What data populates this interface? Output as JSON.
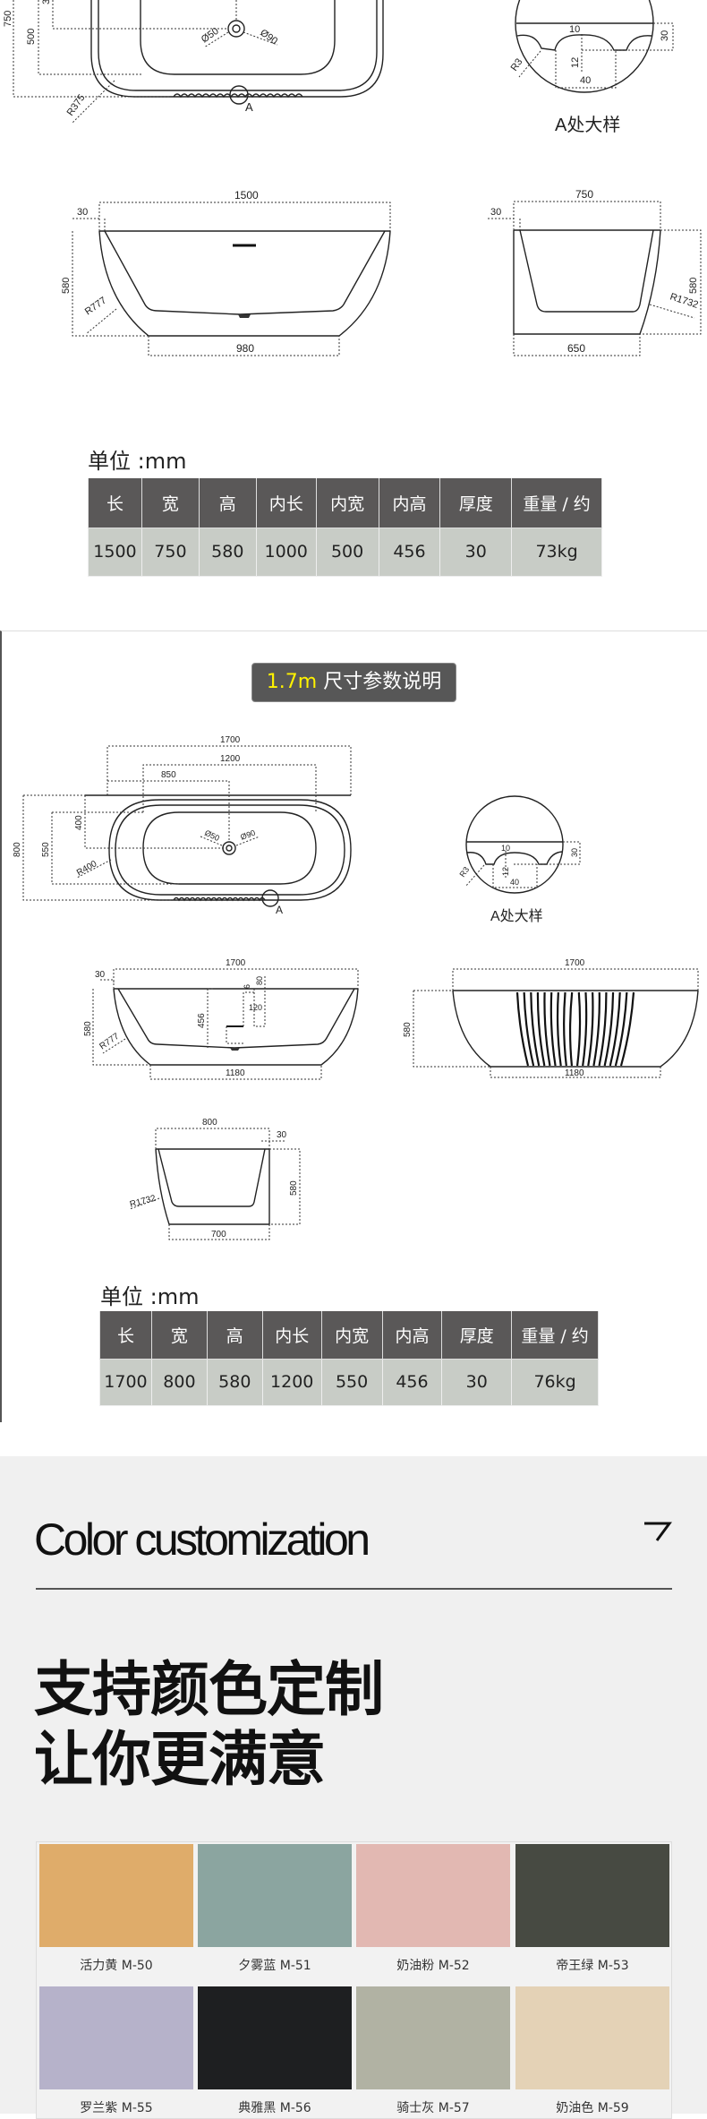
{
  "model_15": {
    "plan": {
      "d750": "750",
      "d500": "500",
      "d3": "3",
      "o50": "Ø50",
      "o90": "Ø90",
      "r375": "R375",
      "a": "A"
    },
    "detail": {
      "d10": "10",
      "d30": "30",
      "d12": "12",
      "d40": "40",
      "r3": "R3",
      "title": "A处大样"
    },
    "side": {
      "d1500": "1500",
      "d30": "30",
      "d580": "580",
      "r777": "R777",
      "d980": "980"
    },
    "end": {
      "d750": "750",
      "d30": "30",
      "d580": "580",
      "r1732": "R1732",
      "d650": "650"
    },
    "unit": "单位 :mm",
    "headers": [
      "长",
      "宽",
      "高",
      "内长",
      "内宽",
      "内高",
      "厚度",
      "重量 / 约"
    ],
    "values": [
      "1500",
      "750",
      "580",
      "1000",
      "500",
      "456",
      "30",
      "73kg"
    ]
  },
  "model_17": {
    "badge_size": "1.7m",
    "badge_text": " 尺寸参数说明",
    "plan": {
      "d1700": "1700",
      "d1200": "1200",
      "d850": "850",
      "d800": "800",
      "d550": "550",
      "d400": "400",
      "r400": "R400",
      "o50": "Ø50",
      "o90": "Ø90",
      "a": "A"
    },
    "detail": {
      "d10": "10",
      "d30": "30",
      "d12": "12",
      "d40": "40",
      "r3": "R3",
      "title": "A处大样"
    },
    "side": {
      "d1700": "1700",
      "d30": "30",
      "d580": "580",
      "r777": "R777",
      "d456": "456",
      "d6": "6",
      "d80": "80",
      "d120": "120",
      "d1180": "1180"
    },
    "front": {
      "d1700": "1700",
      "d580": "580",
      "d1180": "1180"
    },
    "end": {
      "d800": "800",
      "d30": "30",
      "d580": "580",
      "r1732": "R1732",
      "d700": "700"
    },
    "unit": "单位 :mm",
    "headers": [
      "长",
      "宽",
      "高",
      "内长",
      "内宽",
      "内高",
      "厚度",
      "重量 / 约"
    ],
    "values": [
      "1700",
      "800",
      "580",
      "1200",
      "550",
      "456",
      "30",
      "76kg"
    ]
  },
  "color": {
    "title_en": "Color customization",
    "title_cn_1": "支持颜色定制",
    "title_cn_2": "让你更满意",
    "icon": "arrow-up-right-icon",
    "swatches": [
      {
        "name": "活力黄 M-50",
        "hex": "#dfac6a"
      },
      {
        "name": "夕雾蓝 M-51",
        "hex": "#8ba5a0"
      },
      {
        "name": "奶油粉 M-52",
        "hex": "#e2b8b2"
      },
      {
        "name": "帝王绿 M-53",
        "hex": "#474a42"
      },
      {
        "name": "罗兰紫 M-55",
        "hex": "#b6b2ca"
      },
      {
        "name": "典雅黑 M-56",
        "hex": "#1e1f21"
      },
      {
        "name": "骑士灰 M-57",
        "hex": "#b1b2a3"
      },
      {
        "name": "奶油色 M-59",
        "hex": "#e4d2b6"
      }
    ]
  }
}
